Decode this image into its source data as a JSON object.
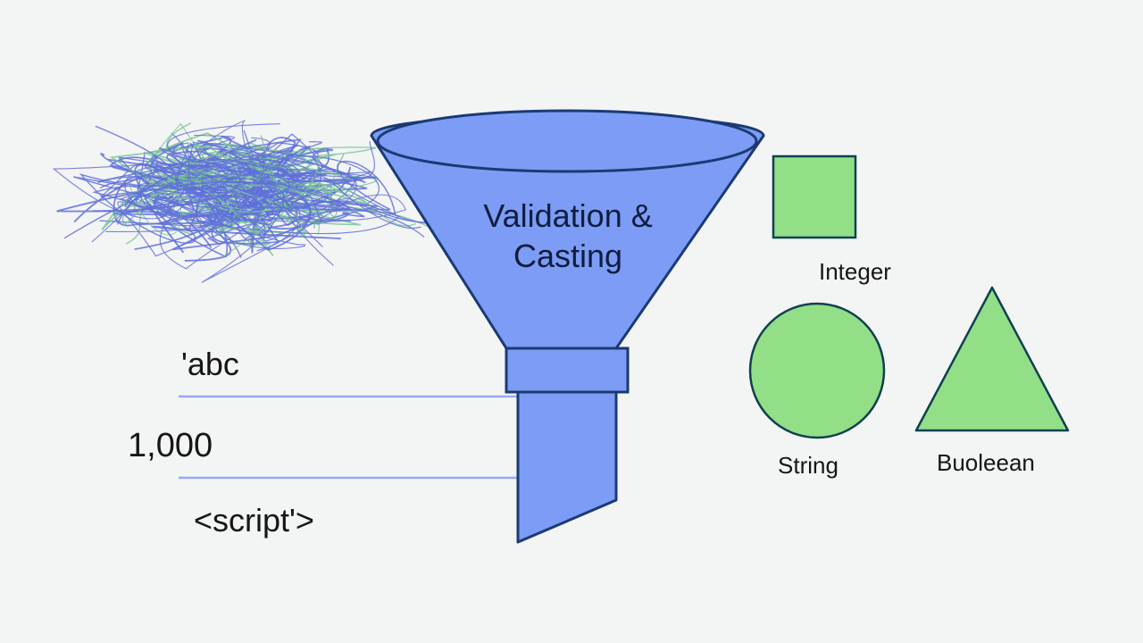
{
  "funnel": {
    "label_line1": "Validation &",
    "label_line2": "Casting"
  },
  "inputs": [
    {
      "text": "'abc"
    },
    {
      "text": "1,000"
    },
    {
      "text": "<script'>"
    }
  ],
  "outputs": {
    "integer": "Integer",
    "string": "String",
    "boolean": "Buoleean"
  },
  "colors": {
    "background": "#f3f4f4",
    "funnel_fill": "#7c9cf5",
    "funnel_stroke": "#1b3a73",
    "shape_fill": "#92df88",
    "shape_stroke": "#0f4150",
    "input_line": "#94aaf0",
    "tangle_blue": "#5f70d8",
    "tangle_green": "#78c497"
  }
}
